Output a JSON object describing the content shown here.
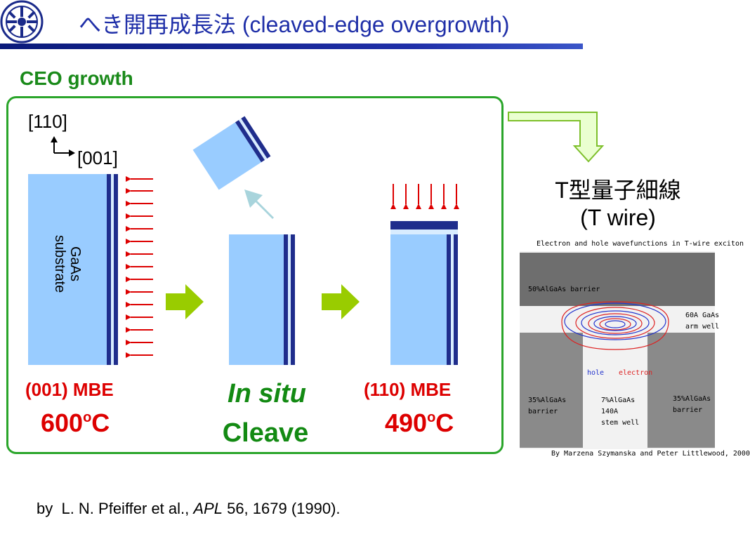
{
  "slide": {
    "title": "へき開再成長法 (cleaved-edge overgrowth)",
    "section_label": "CEO growth"
  },
  "diagram": {
    "axis_vertical": "[110]",
    "axis_horizontal": "[001]",
    "substrate_label_1": "GaAs",
    "substrate_label_2": "substrate",
    "step1_label": "(001) MBE",
    "step1_temp": "600",
    "step2_label_italic": "In situ",
    "step2_label": "Cleave",
    "step3_label": "(110) MBE",
    "step3_temp": "490",
    "temp_degree": "o",
    "temp_unit": "C",
    "result_label_1": "T型量子細線",
    "result_label_2": "(T wire)"
  },
  "figure": {
    "title": "Electron and hole wavefunctions in T-wire exciton",
    "barrier_top": "50%AlGaAs barrier",
    "arm_well_1": "60A GaAs",
    "arm_well_2": "arm well",
    "legend_hole": "hole",
    "legend_electron": "electron",
    "left_barrier_1": "35%AlGaAs",
    "left_barrier_2": "barrier",
    "stem_1": "7%AlGaAs",
    "stem_2": "140A",
    "stem_3": "stem well",
    "right_barrier_1": "35%AlGaAs",
    "right_barrier_2": "barrier",
    "credit": "By Marzena Szymanska and Peter Littlewood, 2000"
  },
  "citation": {
    "prefix": "by  L. N. Pfeiffer et al., ",
    "journal": "APL",
    "suffix": " 56, 1679 (1990)."
  },
  "colors": {
    "title": "#1f2fa8",
    "section": "#1a8a1a",
    "panel_border": "#2aa52a",
    "crystal": "#99ccff",
    "layer_dark": "#1f2d8c",
    "arrow_red": "#dd0000",
    "arrow_green": "#99cc00",
    "hole_contour": "#2233cc",
    "electron_contour": "#dd2222"
  },
  "icons": {
    "logo": "university-seal-icon"
  }
}
